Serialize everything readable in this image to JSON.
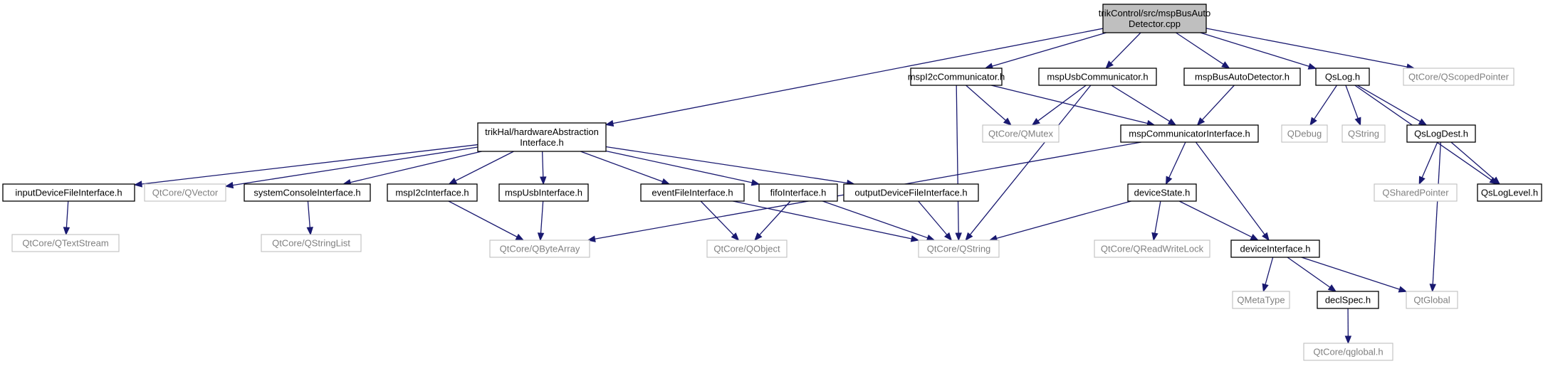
{
  "diagram": {
    "nodes": [
      {
        "id": "root",
        "lines": [
          "trikControl/src/mspBusAuto",
          "Detector.cpp"
        ],
        "kind": "root"
      },
      {
        "id": "i2ccomm",
        "lines": [
          "mspI2cCommunicator.h"
        ],
        "kind": "local"
      },
      {
        "id": "usbcomm",
        "lines": [
          "mspUsbCommunicator.h"
        ],
        "kind": "local"
      },
      {
        "id": "busdet",
        "lines": [
          "mspBusAutoDetector.h"
        ],
        "kind": "local"
      },
      {
        "id": "qslog",
        "lines": [
          "QsLog.h"
        ],
        "kind": "local"
      },
      {
        "id": "qscoped",
        "lines": [
          "QtCore/QScopedPointer"
        ],
        "kind": "external"
      },
      {
        "id": "hal",
        "lines": [
          "trikHal/hardwareAbstraction",
          "Interface.h"
        ],
        "kind": "local"
      },
      {
        "id": "qmutex",
        "lines": [
          "QtCore/QMutex"
        ],
        "kind": "external"
      },
      {
        "id": "commif",
        "lines": [
          "mspCommunicatorInterface.h"
        ],
        "kind": "local"
      },
      {
        "id": "qdebug",
        "lines": [
          "QDebug"
        ],
        "kind": "external"
      },
      {
        "id": "qstringsh",
        "lines": [
          "QString"
        ],
        "kind": "external"
      },
      {
        "id": "qslogdest",
        "lines": [
          "QsLogDest.h"
        ],
        "kind": "local"
      },
      {
        "id": "inputdev",
        "lines": [
          "inputDeviceFileInterface.h"
        ],
        "kind": "local"
      },
      {
        "id": "qvector",
        "lines": [
          "QtCore/QVector"
        ],
        "kind": "external"
      },
      {
        "id": "syscons",
        "lines": [
          "systemConsoleInterface.h"
        ],
        "kind": "local"
      },
      {
        "id": "i2cif",
        "lines": [
          "mspI2cInterface.h"
        ],
        "kind": "local"
      },
      {
        "id": "usbif",
        "lines": [
          "mspUsbInterface.h"
        ],
        "kind": "local"
      },
      {
        "id": "eventfile",
        "lines": [
          "eventFileInterface.h"
        ],
        "kind": "local"
      },
      {
        "id": "fifo",
        "lines": [
          "fifoInterface.h"
        ],
        "kind": "local"
      },
      {
        "id": "outdev",
        "lines": [
          "outputDeviceFileInterface.h"
        ],
        "kind": "local"
      },
      {
        "id": "devstate",
        "lines": [
          "deviceState.h"
        ],
        "kind": "local"
      },
      {
        "id": "qshared",
        "lines": [
          "QSharedPointer"
        ],
        "kind": "external"
      },
      {
        "id": "qsloglevel",
        "lines": [
          "QsLogLevel.h"
        ],
        "kind": "local"
      },
      {
        "id": "qtextstream",
        "lines": [
          "QtCore/QTextStream"
        ],
        "kind": "external"
      },
      {
        "id": "qstringlist",
        "lines": [
          "QtCore/QStringList"
        ],
        "kind": "external"
      },
      {
        "id": "qbytearray",
        "lines": [
          "QtCore/QByteArray"
        ],
        "kind": "external"
      },
      {
        "id": "qobject",
        "lines": [
          "QtCore/QObject"
        ],
        "kind": "external"
      },
      {
        "id": "qcorestring",
        "lines": [
          "QtCore/QString"
        ],
        "kind": "external"
      },
      {
        "id": "qrwlock",
        "lines": [
          "QtCore/QReadWriteLock"
        ],
        "kind": "external"
      },
      {
        "id": "devif",
        "lines": [
          "deviceInterface.h"
        ],
        "kind": "local"
      },
      {
        "id": "qmetatype",
        "lines": [
          "QMetaType"
        ],
        "kind": "external"
      },
      {
        "id": "declspec",
        "lines": [
          "declSpec.h"
        ],
        "kind": "local"
      },
      {
        "id": "qtglobal",
        "lines": [
          "QtGlobal"
        ],
        "kind": "external"
      },
      {
        "id": "qglobalh",
        "lines": [
          "QtCore/qglobal.h"
        ],
        "kind": "external"
      }
    ],
    "edges": [
      [
        "root",
        "hal"
      ],
      [
        "root",
        "i2ccomm"
      ],
      [
        "root",
        "usbcomm"
      ],
      [
        "root",
        "busdet"
      ],
      [
        "root",
        "qslog"
      ],
      [
        "root",
        "qscoped"
      ],
      [
        "i2ccomm",
        "qmutex"
      ],
      [
        "i2ccomm",
        "commif"
      ],
      [
        "i2ccomm",
        "qcorestring"
      ],
      [
        "usbcomm",
        "qmutex"
      ],
      [
        "usbcomm",
        "commif"
      ],
      [
        "usbcomm",
        "qcorestring"
      ],
      [
        "busdet",
        "commif"
      ],
      [
        "qslog",
        "qdebug"
      ],
      [
        "qslog",
        "qstringsh"
      ],
      [
        "qslog",
        "qslogdest"
      ],
      [
        "qslog",
        "qsloglevel"
      ],
      [
        "qslogdest",
        "qshared"
      ],
      [
        "qslogdest",
        "qsloglevel"
      ],
      [
        "qslogdest",
        "qtglobal"
      ],
      [
        "hal",
        "inputdev"
      ],
      [
        "hal",
        "qvector"
      ],
      [
        "hal",
        "syscons"
      ],
      [
        "hal",
        "i2cif"
      ],
      [
        "hal",
        "usbif"
      ],
      [
        "hal",
        "eventfile"
      ],
      [
        "hal",
        "fifo"
      ],
      [
        "hal",
        "outdev"
      ],
      [
        "commif",
        "qbytearray"
      ],
      [
        "commif",
        "devstate"
      ],
      [
        "commif",
        "devif"
      ],
      [
        "inputdev",
        "qtextstream"
      ],
      [
        "syscons",
        "qstringlist"
      ],
      [
        "i2cif",
        "qbytearray"
      ],
      [
        "usbif",
        "qbytearray"
      ],
      [
        "eventfile",
        "qobject"
      ],
      [
        "eventfile",
        "qcorestring"
      ],
      [
        "fifo",
        "qobject"
      ],
      [
        "fifo",
        "qcorestring"
      ],
      [
        "outdev",
        "qcorestring"
      ],
      [
        "devstate",
        "qcorestring"
      ],
      [
        "devstate",
        "qrwlock"
      ],
      [
        "devstate",
        "devif"
      ],
      [
        "devif",
        "qmetatype"
      ],
      [
        "devif",
        "declspec"
      ],
      [
        "devif",
        "qtglobal"
      ],
      [
        "declspec",
        "qglobalh"
      ]
    ]
  }
}
